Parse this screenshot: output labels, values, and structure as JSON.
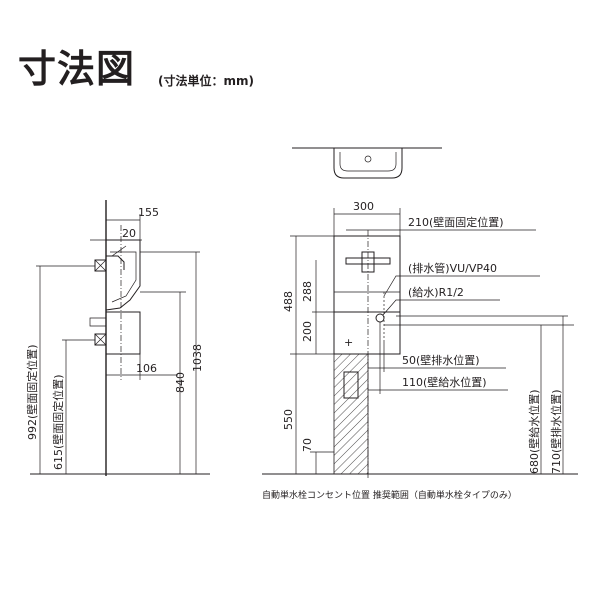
{
  "header": {
    "title": "寸法図",
    "unit_note": "(寸法単位：mm)"
  },
  "side_view": {
    "dims": {
      "top_depth": "155",
      "faucet_offset": "20",
      "bottom_depth": "106",
      "height_1038": "1038",
      "height_840": "840",
      "wall_fix_upper": "992(壁面固定位置)",
      "wall_fix_lower": "615(壁面固定位置)"
    }
  },
  "front_view": {
    "dims": {
      "width": "300",
      "height_upper": "288",
      "height_488": "488",
      "height_200": "200",
      "height_550": "550",
      "height_70": "70"
    },
    "labels": {
      "wall_fix_width": "210(壁面固定位置)",
      "drain_pipe": "(排水管)VU/VP40",
      "water_supply": "(給水)R1/2",
      "wall_drain_pos": "50(壁排水位置)",
      "wall_supply_pos": "110(壁給水位置)",
      "wall_supply_height": "680(壁給水位置)",
      "wall_drain_height": "710(壁排水位置)"
    },
    "caption": "自動単水栓コンセント位置 推奨範囲（自動単水栓タイプのみ）"
  }
}
